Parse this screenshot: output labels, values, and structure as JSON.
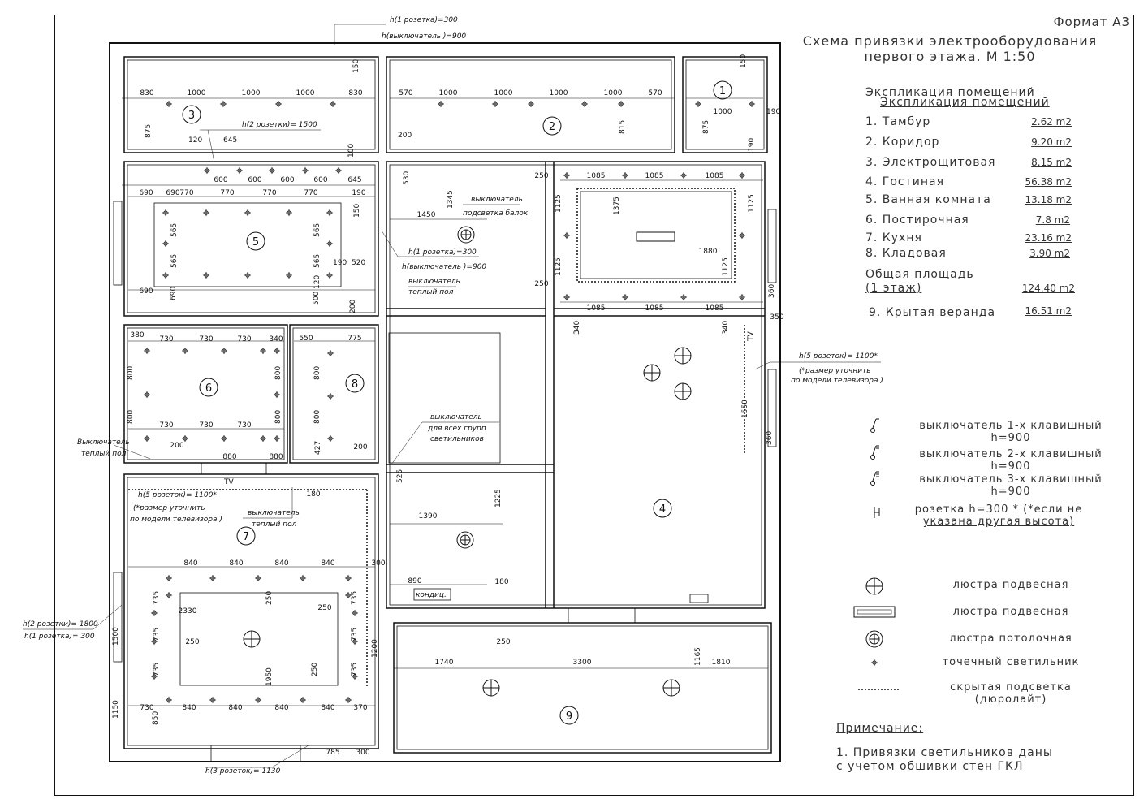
{
  "sheet": {
    "format": "Формат А3",
    "title_line1": "Схема привязки электрооборудования",
    "title_line2": "первого этажа. М 1:50"
  },
  "explication": {
    "heading": "Экспликация помещений",
    "heading2": "Экспликация помещений",
    "rooms": [
      {
        "name": "1. Тамбур",
        "area": "2.62 m2"
      },
      {
        "name": "2. Коридор",
        "area": "9.20 m2"
      },
      {
        "name": "3. Электрощитовая",
        "area": "8.15 m2"
      },
      {
        "name": "4. Гостиная",
        "area": "56.38 m2"
      },
      {
        "name": "5. Ванная комната",
        "area": "13.18 m2"
      },
      {
        "name": "6. Постирочная",
        "area": "7.8 m2"
      },
      {
        "name": "7. Кухня",
        "area": "23.16 m2"
      },
      {
        "name": "8. Кладовая",
        "area": "3.90 m2"
      }
    ],
    "total_label1": "Общая площадь",
    "total_label2": "(1 этаж)",
    "total_area": "124.40 m2",
    "veranda": {
      "name": "9. Крытая веранда",
      "area": "16.51 m2"
    }
  },
  "legend": {
    "sw1": "выключатель 1-х клавишный",
    "sw1h": "h=900",
    "sw2": "выключатель 2-х клавишный",
    "sw2h": "h=900",
    "sw3": "выключатель 3-х клавишный",
    "sw3h": "h=900",
    "socket1": "розетка h=300 * (*если не",
    "socket2": "указана другая высота)",
    "pendant": "люстра подвесная",
    "pendant_rect": "люстра подвесная",
    "ceiling": "люстра потолочная",
    "spot": "точечный светильник",
    "hidden1": "скрытая подсветка",
    "hidden2": "(дюролайт)"
  },
  "note": {
    "heading": "Примечание:",
    "line1": "1. Привязки светильников даны",
    "line2": "с учетом обшивки стен ГКЛ"
  },
  "plan": {
    "room_numbers": [
      "1",
      "2",
      "3",
      "4",
      "5",
      "6",
      "7",
      "8",
      "9"
    ],
    "annotations": {
      "top_h1": "h(1 розетка)=300",
      "top_h2": "h(выключатель )=900",
      "r5_h2": "h(2 розетки)= 1500",
      "sw_backlight1": "выключатель",
      "sw_backlight2": "подсветка балок",
      "mid_h1": "h(1 розетка)=300",
      "mid_h2": "h(выключатель )=900",
      "sw_floor1": "выключатель",
      "sw_floor2": "теплый пол",
      "tv_right1": "h(5 розеток)= 1100*",
      "tv_right2": "(*размер уточнить",
      "tv_right3": "по модели телевизора )",
      "sw_all1": "выключатель",
      "sw_all2": "для всех групп",
      "sw_all3": "светильников",
      "sw_floor6_1": "Выключатель",
      "sw_floor6_2": "теплый пол",
      "tv_left1": "h(5 розеток)= 1100*",
      "tv_left2": "(*размер уточнить",
      "tv_left3": "по модели телевизора )",
      "sw_floor7_1": "выключатель",
      "sw_floor7_2": "теплый пол",
      "left_h1": "h(2 розетки)= 1800",
      "left_h2": "h(1 розетка)= 300",
      "bottom_h": "h(3 розеток)= 1130",
      "conditioner": "кондиц.",
      "tv_mark": "TV"
    },
    "dims": {
      "r3_top": [
        "830",
        "1000",
        "1000",
        "1000",
        "830"
      ],
      "r3_v": "875",
      "r3_h": "150",
      "r2_top": [
        "570",
        "1000",
        "1000",
        "1000",
        "1000",
        "570"
      ],
      "r2_v": "815",
      "r2_200": "200",
      "r1_top": "1000",
      "r1_v": "875",
      "r1_190": "190",
      "r1_150": "150",
      "r1_190b": "190",
      "r5_120": "120",
      "r5_645": "645",
      "r5_600": [
        "600",
        "600",
        "600",
        "600",
        "645"
      ],
      "r5_100": "100",
      "r5_row": [
        "690",
        "690",
        "770",
        "770",
        "770",
        "770",
        "190"
      ],
      "r5_565": [
        "565",
        "565",
        "565",
        "565"
      ],
      "r5_150": "150",
      "r5_190": "190",
      "r5_520": "520",
      "r5_120b": "120",
      "r5_500": "500",
      "r5_200": "200",
      "r5_690b": "690",
      "r5_690c": "690",
      "cor_530": "530",
      "cor_1345": "1345",
      "cor_1450": "1450",
      "r4_250": "250",
      "r4_top": [
        "1085",
        "1085",
        "1085"
      ],
      "r4_1125": [
        "1125",
        "1125",
        "1125",
        "1125"
      ],
      "r4_1375": "1375",
      "r4_1880": "1880",
      "r4_250b": "250",
      "r4_bot": [
        "1085",
        "1085",
        "1085"
      ],
      "r4_340": "340",
      "r4_340b": "340",
      "r4_360": "360",
      "r4_350": "350",
      "r4_1550": "1550",
      "r4_360b": "360",
      "r6_380": "380",
      "r6_top": [
        "730",
        "730",
        "730",
        "340"
      ],
      "r6_800": [
        "800",
        "800",
        "800",
        "800"
      ],
      "r6_bot": [
        "730",
        "730",
        "730"
      ],
      "r6_200": "200",
      "r6_880": [
        "880",
        "880"
      ],
      "r8_550": "550",
      "r8_775": "775",
      "r8_800": [
        "800",
        "800"
      ],
      "r8_427": "427",
      "r8_200": "200",
      "cor_525": "525",
      "cor_1390": "1390",
      "cor_1225": "1225",
      "cor_890": "890",
      "cor_180": "180",
      "r7_180": "180",
      "r7_top": [
        "840",
        "840",
        "840",
        "840"
      ],
      "r7_300": "300",
      "r7_2330": "2330",
      "r7_250": [
        "250",
        "250",
        "250",
        "250"
      ],
      "r7_735": [
        "735",
        "735",
        "735",
        "735",
        "735",
        "735"
      ],
      "r7_1500": "1500",
      "r7_1950": "1950",
      "r7_1200": "1200",
      "r7_bot": [
        "730",
        "840",
        "840",
        "840",
        "840",
        "370"
      ],
      "r7_1150": "1150",
      "r7_850": "850",
      "r7_785": "785",
      "r7_300b": "300",
      "r9_250": "250",
      "r9_1740": "1740",
      "r9_3300": "3300",
      "r9_1165": "1165",
      "r9_1810": "1810"
    }
  }
}
